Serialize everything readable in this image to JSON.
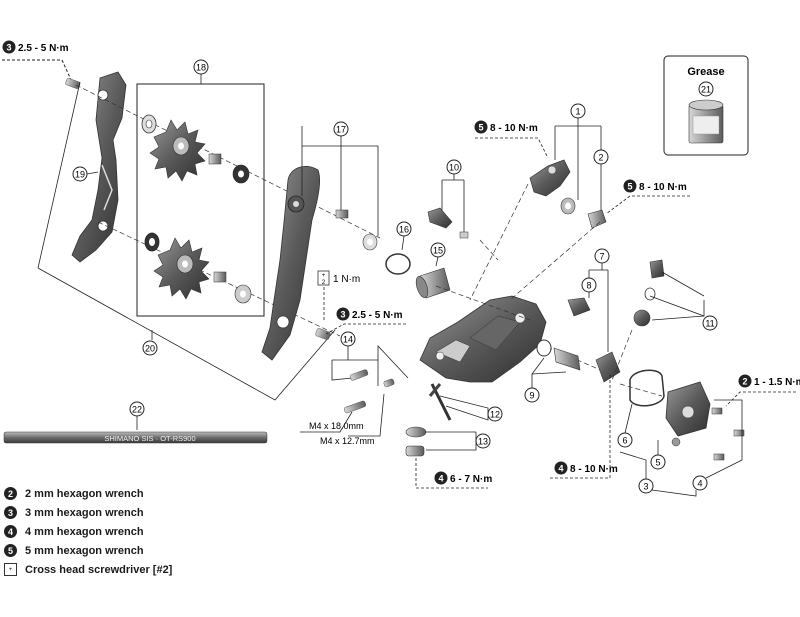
{
  "torque": {
    "t_top_left": {
      "tool": "3",
      "value": "2.5 - 5 N·m"
    },
    "t_5a": {
      "tool": "5",
      "value": "8 - 10 N·m"
    },
    "t_5b": {
      "tool": "5",
      "value": "8 - 10 N·m"
    },
    "t_screw": {
      "tool": "2",
      "value": "1 N·m"
    },
    "t_3b": {
      "tool": "3",
      "value": "2.5 - 5 N·m"
    },
    "t_2": {
      "tool": "2",
      "value": "1 - 1.5 N·m"
    },
    "t_4a": {
      "tool": "4",
      "value": "8 - 10 N·m"
    },
    "t_4b": {
      "tool": "4",
      "value": "6 - 7 N·m"
    }
  },
  "grease_box": {
    "title": "Grease",
    "part": "21"
  },
  "part_numbers": [
    "1",
    "2",
    "3",
    "4",
    "5",
    "6",
    "7",
    "8",
    "9",
    "10",
    "11",
    "12",
    "13",
    "14",
    "15",
    "16",
    "17",
    "18",
    "19",
    "20",
    "21",
    "22"
  ],
  "bolt_sizes": {
    "m4_18": "M4 x 18.0mm",
    "m4_12": "M4 x 12.7mm"
  },
  "cable_text": "SHIMANO SIS · OT-RS900",
  "legend": [
    {
      "badge": "2",
      "label": "2 mm hexagon wrench"
    },
    {
      "badge": "3",
      "label": "3 mm hexagon wrench"
    },
    {
      "badge": "4",
      "label": "4 mm hexagon wrench"
    },
    {
      "badge": "5",
      "label": "5 mm hexagon wrench"
    },
    {
      "badge": "+",
      "label": "Cross head screwdriver [#2]"
    }
  ],
  "colors": {
    "part_dark": "#4a4a4a",
    "part_mid": "#8a8a8a",
    "part_light": "#c8c8c8",
    "line": "#222222"
  }
}
